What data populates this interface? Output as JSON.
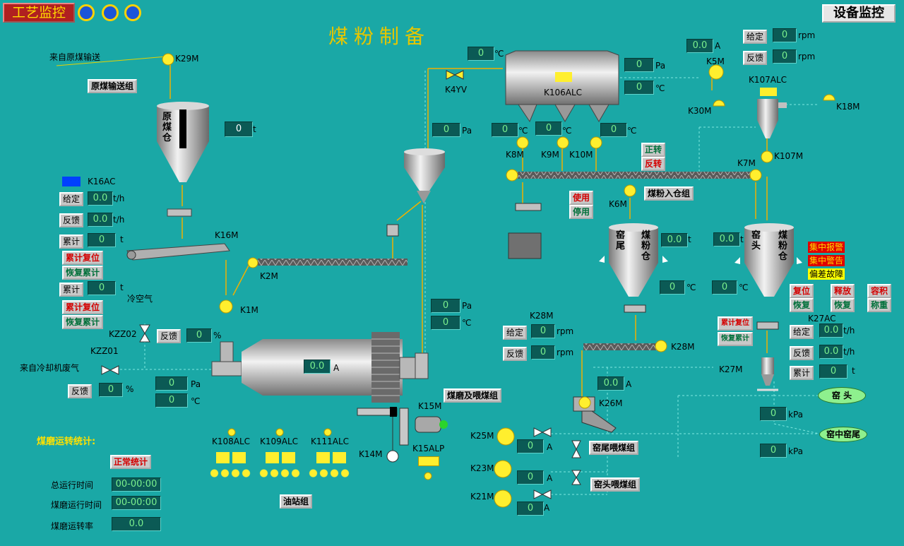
{
  "header": {
    "tab_process": "工艺监控",
    "tab_equipment": "设备监控",
    "title": "煤粉制备"
  },
  "labels": {
    "from_raw_coal": "来自原煤输送",
    "k29m": "K29M",
    "raw_coal_group": "原煤输送组",
    "raw_bin": "原煤仓",
    "raw_bin_t_unit": "t",
    "k16ac": "K16AC",
    "k16m": "K16M",
    "k2m": "K2M",
    "k1m": "K1M",
    "cold_air": "冷空气",
    "kzz02": "KZZ02",
    "kzz01": "KZZ01",
    "from_cooler": "来自冷却机废气",
    "feedback": "反馈",
    "percent": "%",
    "pa": "Pa",
    "degc": "℃",
    "amp": "A",
    "mill_group": "煤磨及喂煤组",
    "k15m": "K15M",
    "k14m": "K14M",
    "k15alp": "K15ALP",
    "k108alc": "K108ALC",
    "k109alc": "K109ALC",
    "k111alc": "K111ALC",
    "oil_group": "油站组",
    "mill_stats": "煤磨运转统计:",
    "normal_stats": "正常统计",
    "total_run": "总运行时间",
    "mill_run": "煤磨运行时间",
    "mill_rate": "煤磨运转率",
    "k4yv": "K4YV",
    "k106alc": "K106ALC",
    "k5m": "K5M",
    "k30m": "K30M",
    "k107alc": "K107ALC",
    "k18m": "K18M",
    "k8m": "K8M",
    "k9m": "K9M",
    "k10m": "K10M",
    "k7m": "K7M",
    "k107m": "K107M",
    "k6m": "K6M",
    "coal_to_bin_group": "煤粉入仓组",
    "kiln_tail_bin": "窑尾煤粉仓",
    "kiln_head_bin": "窑头煤粉仓",
    "k28m": "K28M",
    "k26m": "K26M",
    "k25m": "K25M",
    "k23m": "K23M",
    "k21m": "K21M",
    "tail_feed_group": "窑尾喂煤组",
    "head_feed_group": "窑头喂煤组",
    "k27ac": "K27AC",
    "k27m": "K27M",
    "kiln_head": "窑 头",
    "precalciner": "窑中窑尾",
    "kpa": "kPa",
    "rpm": "rpm",
    "th": "t/h",
    "set": "给定",
    "cum": "累计",
    "cum_reset": "累计复位",
    "restore_cum": "恢复累计",
    "forward": "正转",
    "reverse": "反转",
    "use": "使用",
    "stop_use": "停用",
    "alarm1": "集中报警",
    "alarm2": "集中警告",
    "alarm3": "偏差故障",
    "reset": "复位",
    "restore": "恢复",
    "release": "释放",
    "restore2": "恢复",
    "volume": "容积",
    "weigh": "称重"
  },
  "values": {
    "raw_bin_t": "0",
    "k16_set": "0.0",
    "k16_fb": "0.0",
    "k16_cum1": "0",
    "k16_cum2": "0",
    "kzz02_fb": "0",
    "kzz01_fb": "0",
    "inlet_pa": "0",
    "inlet_c": "0",
    "mill_a": "0.0",
    "sep_pa": "0",
    "mill_out_pa": "0",
    "mill_out_c": "0",
    "k4_c": "0",
    "bag_pa": "0",
    "bag_c": "0",
    "k5_a": "0.0",
    "hop1_c": "0",
    "hop2_c": "0",
    "hop3_c": "0",
    "k107_set": "0",
    "k107_fb": "0",
    "tail_bin_t": "0.0",
    "head_bin_t": "0.0",
    "tail_c": "0",
    "head_c": "0",
    "k28_set": "0",
    "k28_fb": "0",
    "k26_a": "0.0",
    "k25_a": "0",
    "k23_a": "0",
    "k21_a": "0",
    "k27_set": "0.0",
    "k27_fb": "0.0",
    "k27_cum": "0",
    "kpa1": "0",
    "kpa2": "0",
    "total_run": "00-00:00",
    "mill_run": "00-00:00",
    "mill_rate": "0.0"
  },
  "colors": {
    "background": "#1aa8a6",
    "motor": "#ffef2e",
    "pipe": "#f0b000",
    "value_bg": "#0b5a55"
  }
}
